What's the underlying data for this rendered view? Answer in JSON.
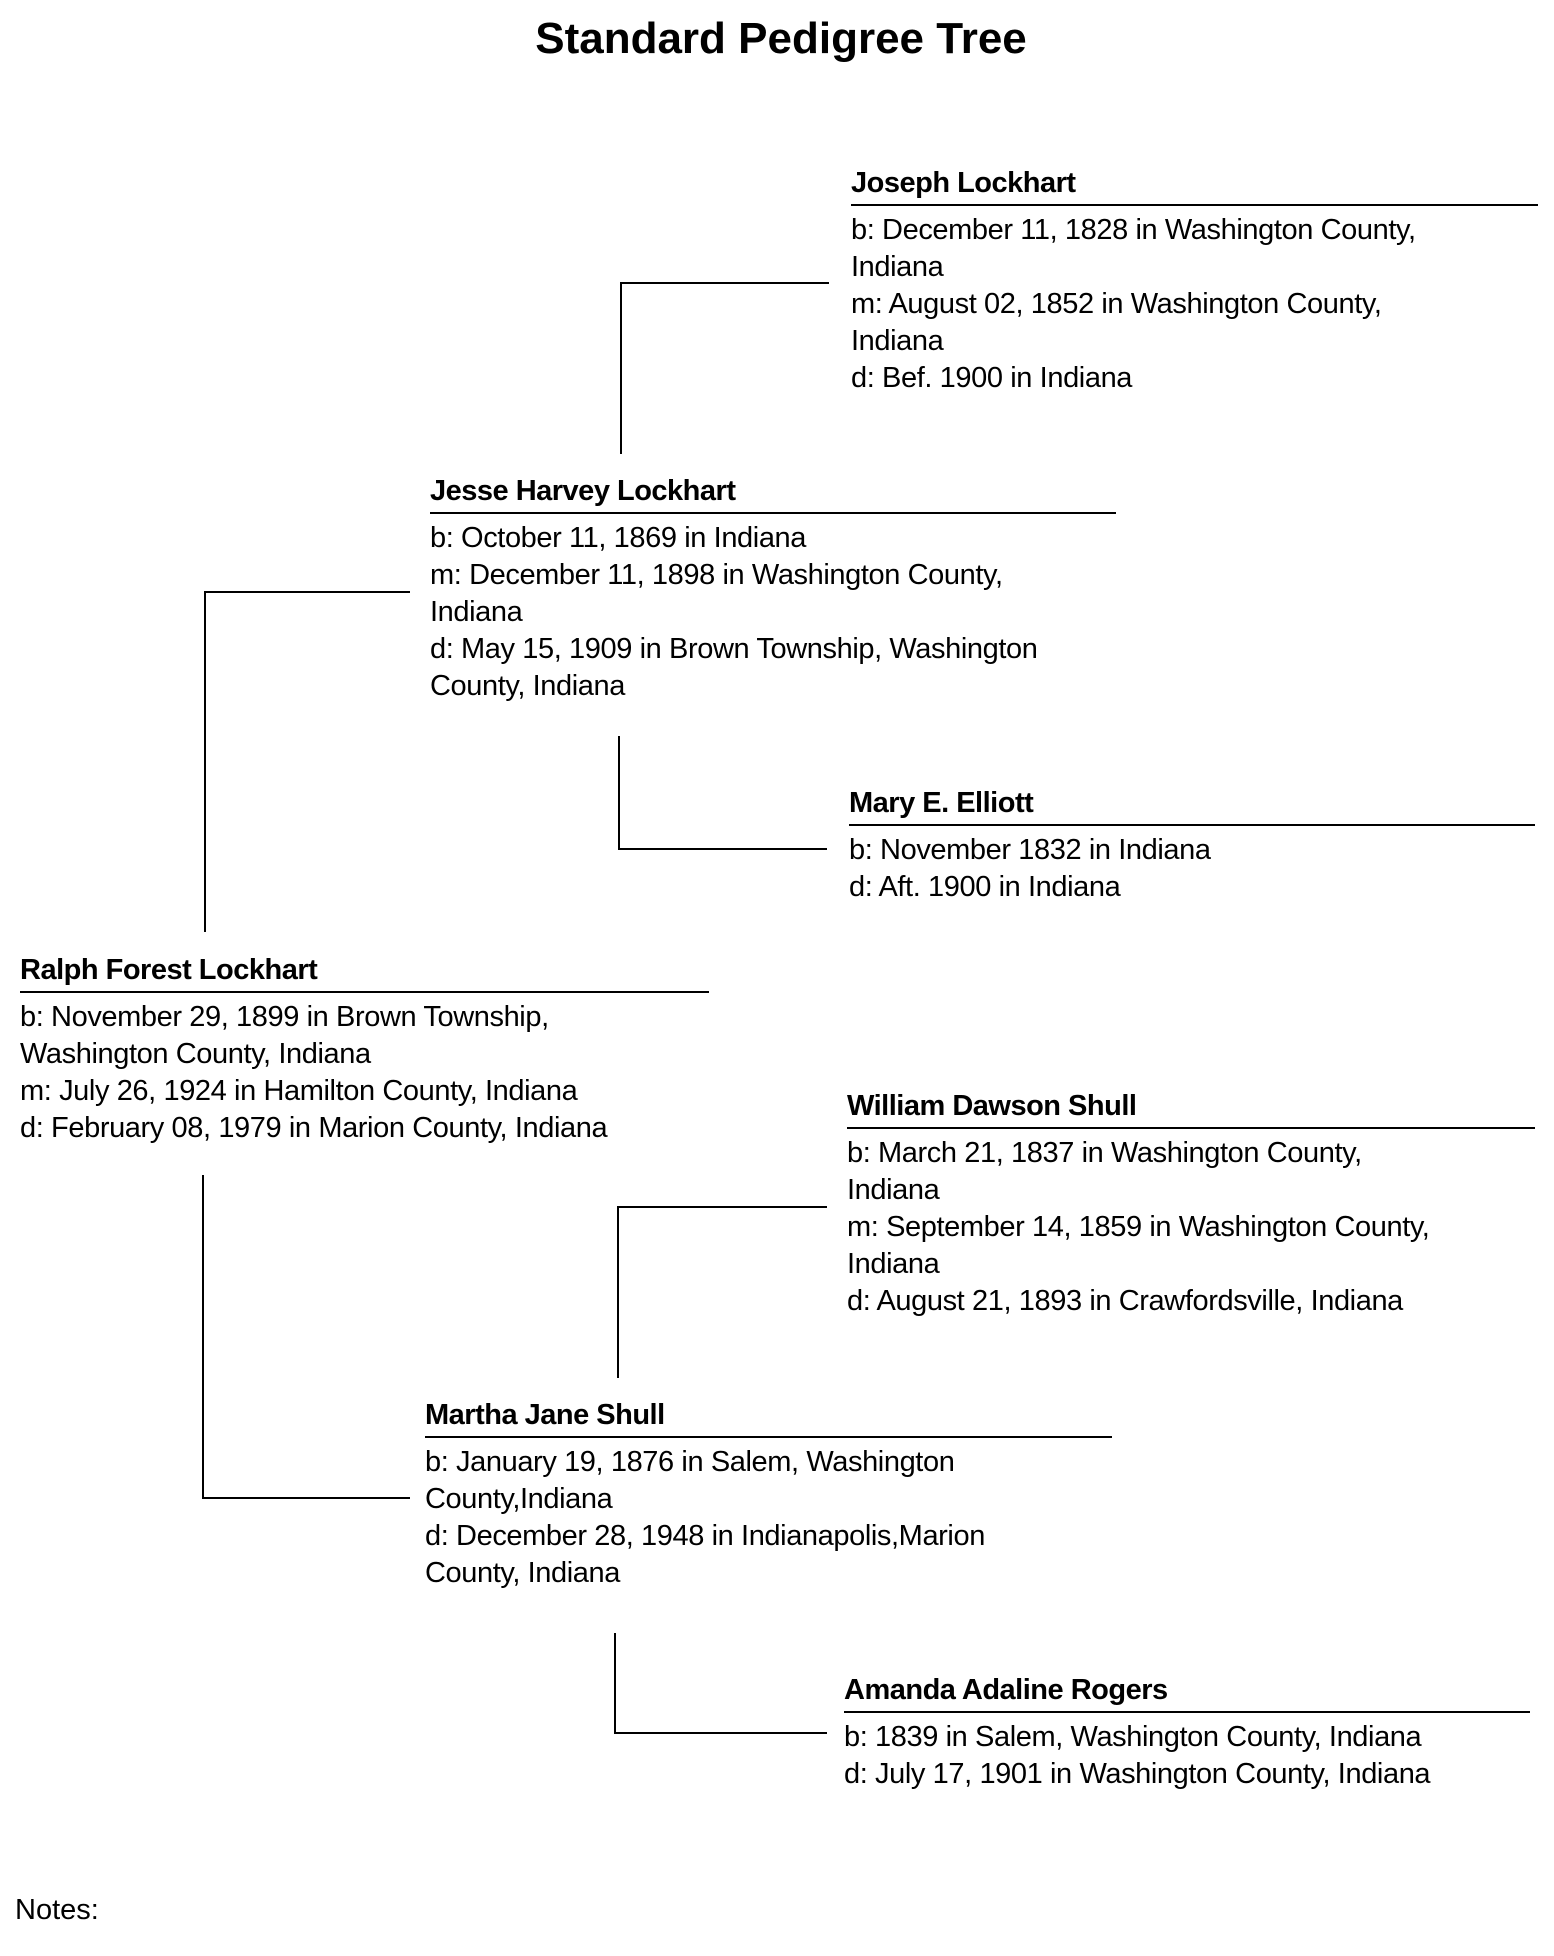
{
  "title": "Standard Pedigree Tree",
  "people": {
    "joseph": {
      "name": "Joseph Lockhart",
      "lines": [
        "b: December 11, 1828 in Washington County,",
        "Indiana",
        "m: August 02, 1852 in Washington County,",
        "Indiana",
        "d: Bef. 1900 in Indiana"
      ]
    },
    "jesse": {
      "name": "Jesse Harvey Lockhart",
      "lines": [
        "b: October 11, 1869 in Indiana",
        "m: December 11, 1898 in Washington County,",
        "Indiana",
        "d: May 15, 1909 in Brown Township, Washington",
        "County, Indiana"
      ]
    },
    "mary": {
      "name": "Mary E. Elliott",
      "lines": [
        "b: November 1832 in Indiana",
        "d: Aft. 1900 in Indiana"
      ]
    },
    "ralph": {
      "name": "Ralph Forest Lockhart",
      "lines": [
        "b: November 29, 1899 in Brown Township,",
        "Washington County, Indiana",
        "m: July 26, 1924 in Hamilton County, Indiana",
        "d: February 08, 1979 in Marion County, Indiana"
      ]
    },
    "william": {
      "name": "William Dawson Shull",
      "lines": [
        "b: March 21, 1837 in Washington County,",
        "Indiana",
        "m: September 14, 1859 in Washington County,",
        "Indiana",
        "d: August 21, 1893 in Crawfordsville, Indiana"
      ]
    },
    "martha": {
      "name": "Martha Jane Shull",
      "lines": [
        "b: January 19, 1876 in Salem, Washington",
        "County,Indiana",
        "d: December 28, 1948 in Indianapolis,Marion",
        "County, Indiana"
      ]
    },
    "amanda": {
      "name": "Amanda Adaline Rogers",
      "lines": [
        "b: 1839 in Salem, Washington County, Indiana",
        "d: July 17, 1901 in Washington County, Indiana"
      ]
    }
  },
  "notes_label": "Notes:"
}
